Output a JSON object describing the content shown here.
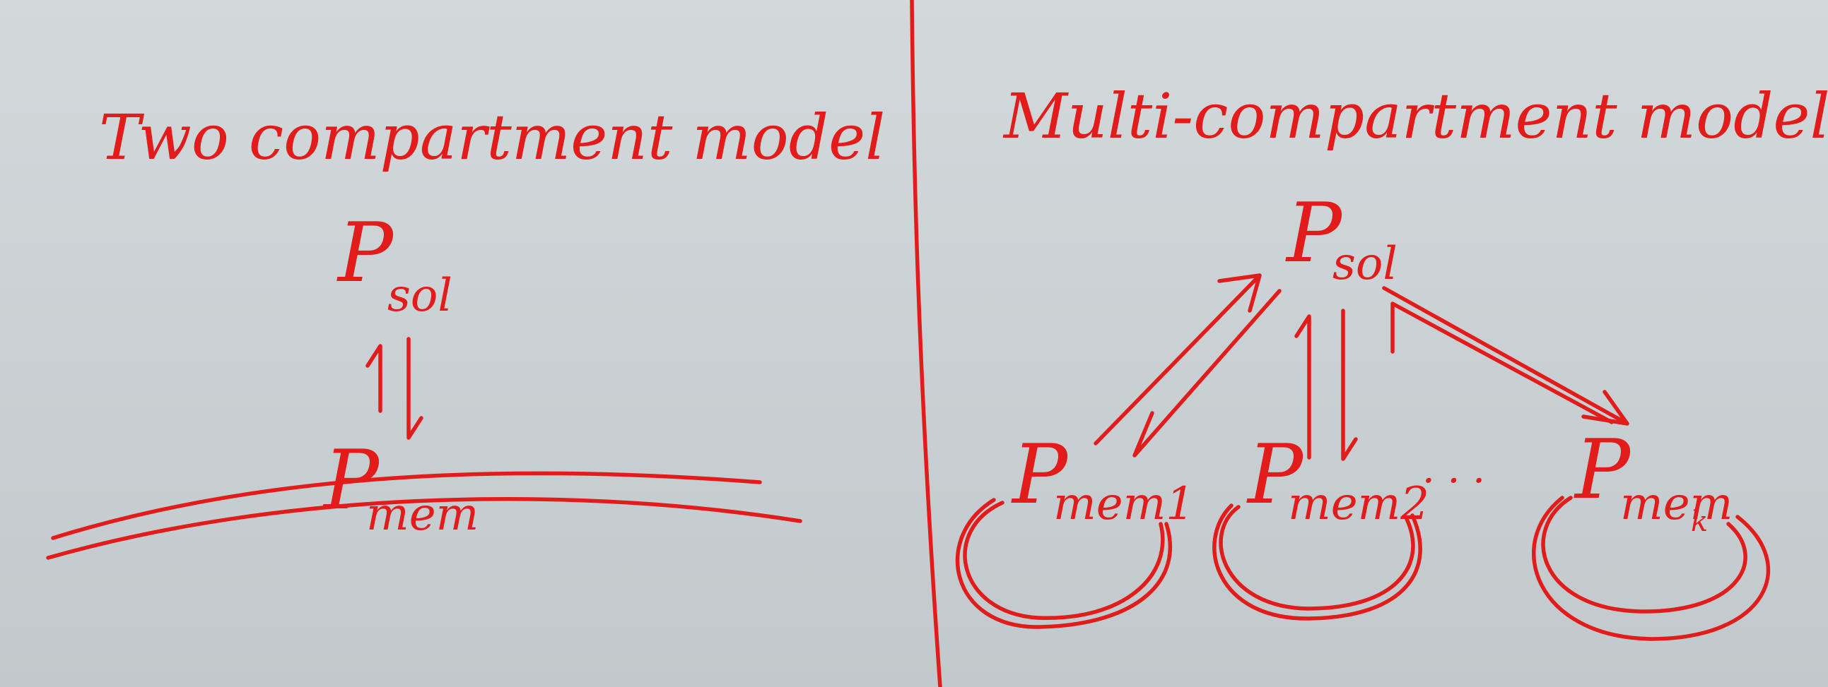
{
  "left_panel": {
    "title": "Two compartment model",
    "soluble_symbol": "P",
    "soluble_subscript": "sol",
    "membrane_symbol": "P",
    "membrane_subscript": "mem"
  },
  "right_panel": {
    "title": "Multi-compartment model",
    "soluble_symbol": "P",
    "soluble_subscript": "sol",
    "membrane_1_symbol": "P",
    "membrane_1_subscript": "mem1",
    "membrane_2_symbol": "P",
    "membrane_2_subscript": "mem2",
    "ellipsis": "· · ·",
    "membrane_k_symbol": "P",
    "membrane_k_subscript": "mem",
    "membrane_k_index": "k"
  },
  "colors": {
    "ink": "#e21b1b",
    "board": "#ced5d8"
  }
}
